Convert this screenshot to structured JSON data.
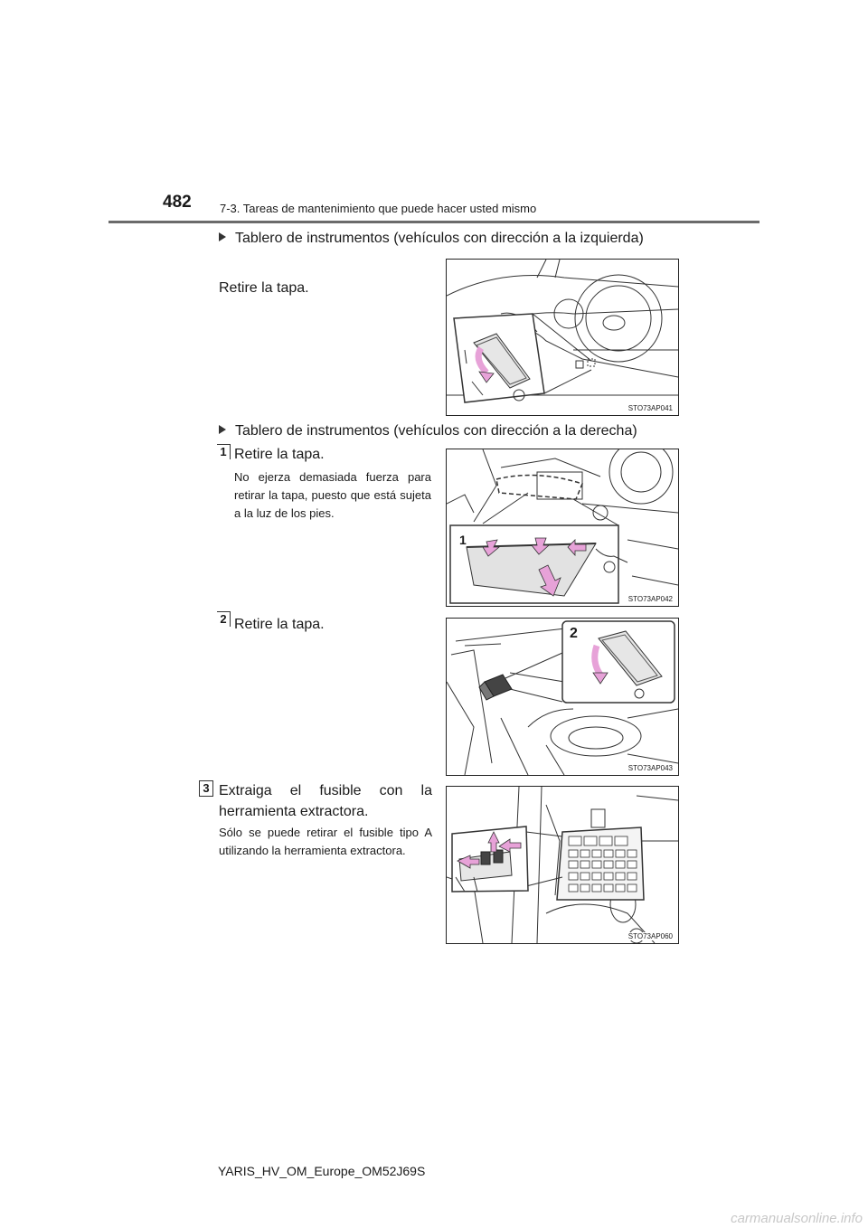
{
  "header": {
    "page_number": "482",
    "section_title": "7-3. Tareas de mantenimiento que puede hacer usted mismo"
  },
  "sections": {
    "left_hand": {
      "heading": "Tablero de instrumentos (vehículos con dirección a la izquierda)",
      "instruction": "Retire la tapa.",
      "figure_code": "STO73AP041"
    },
    "right_hand": {
      "heading": "Tablero de instrumentos (vehículos con dirección a la derecha)",
      "step1": {
        "number": "1",
        "instruction": "Retire la tapa.",
        "note": "No ejerza demasiada fuerza para retirar la tapa, puesto que está sujeta a la luz de los pies.",
        "figure_code": "STO73AP042",
        "callout": "1"
      },
      "step2": {
        "number": "2",
        "instruction": "Retire la tapa.",
        "figure_code": "STO73AP043",
        "callout": "2"
      }
    },
    "step3": {
      "number": "3",
      "instruction": "Extraiga el fusible con la herramienta extractora.",
      "note": "Sólo se puede retirar el fusible tipo A utilizando la herramienta extractora.",
      "figure_code": "STO73AP060"
    }
  },
  "footer": {
    "doc_id": "YARIS_HV_OM_Europe_OM52J69S",
    "watermark": "carmanualsonline.info"
  },
  "colors": {
    "arrow_pink": "#e7a2d8",
    "line": "#333333",
    "rule": "#6b6b6b"
  }
}
